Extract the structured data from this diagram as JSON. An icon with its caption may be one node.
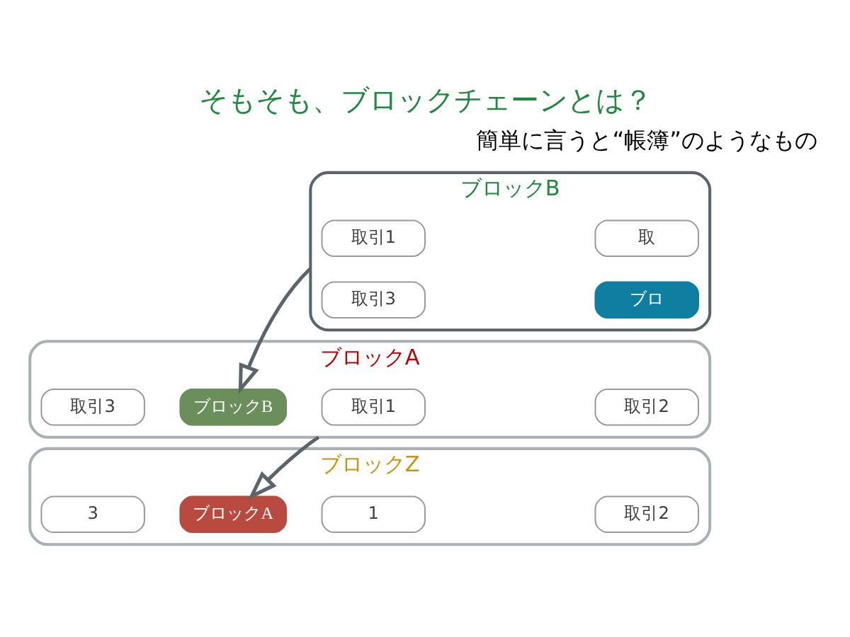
{
  "diagram": {
    "title": "そもそも、ブロックチェーンとは？",
    "nodes": [
      {
        "text": [
          "ブロックZ"
        ]
      },
      {
        "text": [
          "1"
        ],
        "in": 0
      },
      {
        "text": [
          "取引2"
        ],
        "in": 0
      },
      {
        "text": [
          "3"
        ],
        "in": 0
      },
      {
        "text": [
          "ブロックA"
        ],
        "in": 0
      },
      {
        "text": [
          "ブロックA"
        ]
      },
      {
        "text": [
          "取引1"
        ],
        "in": 5
      },
      {
        "text": [
          "取引2"
        ],
        "in": 5
      },
      {
        "text": [
          "取引3"
        ],
        "in": 5
      },
      {
        "text": [
          "ブロックB"
        ],
        "in": 5
      },
      {
        "text": [
          "ブロックB"
        ]
      },
      {
        "text": [
          "取引1"
        ],
        "in": 10
      },
      {
        "text": [
          "取"
        ],
        "in": 10
      },
      {
        "text": [
          "取引3"
        ],
        "in": 10
      },
      {
        "text": [
          "ブロ"
        ],
        "in": 10
      }
    ],
    "edges": [
      {
        "from": 5,
        "to": 4,
        "arrow": "to"
      },
      {
        "from": 10,
        "to": 9,
        "arrow": "to"
      }
    ],
    "labels": [
      "簡単に言うと“帳簿”のようなもの"
    ]
  }
}
